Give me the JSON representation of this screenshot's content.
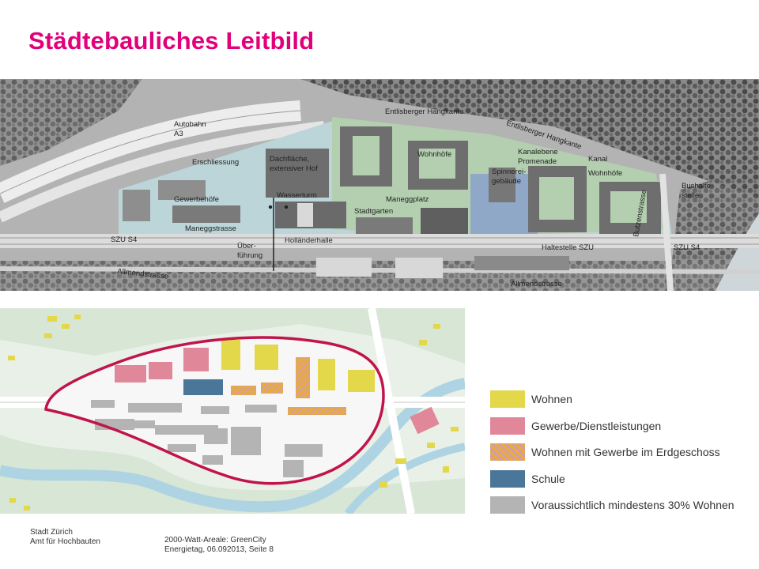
{
  "title": "Städtebauliches Leitbild",
  "top_map": {
    "labels": {
      "autobahn": "Autobahn",
      "a3": "A3",
      "entlisberger_hangkante_1": "Entlisberger Hangkante",
      "entlisberger_hangkante_2": "Entlisberger Hangkante",
      "erschliessung": "Erschliessung",
      "dachflaeche": "Dachfläche,",
      "extensiver_hof": "extensiver Hof",
      "wohnhoefe_1": "Wohnhöfe",
      "kanalebene": "Kanalebene",
      "promenade": "Promenade",
      "kanal": "Kanal",
      "spinnerei": "Spinnerei-",
      "gebaeude": "gebäude",
      "wohnhoefe_2": "Wohnhöfe",
      "bushalte": "Bushalte-",
      "stelle": "stelle",
      "gewerbehoefe": "Gewerbehöfe",
      "wasserturm": "Wasserturm",
      "maneggplatz": "Maneggplatz",
      "stadtgarten": "Stadtgarten",
      "maneggstrasse": "Maneggstrasse",
      "szu_s4_left": "SZU S4",
      "hollaenderhalle": "Holländerhalle",
      "ueber": "Über-",
      "fuehrung": "führung",
      "haltestelle_szu": "Haltestelle SZU",
      "butzenstrasse": "Butzenstrasse",
      "szu_s4_right": "SZU S4",
      "allmendstrasse_left": "Allmendstrasse",
      "allmendstrasse_right": "Allmendstrasse"
    }
  },
  "legend": {
    "items": [
      {
        "label": "Wohnen",
        "color": "#e2d84a",
        "pattern": "solid"
      },
      {
        "label": "Gewerbe/Dienstleistungen",
        "color": "#e0879a",
        "pattern": "solid"
      },
      {
        "label": "Wohnen mit Gewerbe im Erdgeschoss",
        "color": "#e8a94a",
        "pattern": "hatched"
      },
      {
        "label": "Schule",
        "color": "#4a7699",
        "pattern": "solid"
      },
      {
        "label": "Voraussichtlich mindestens 30% Wohnen",
        "color": "#b4b4b4",
        "pattern": "solid"
      }
    ]
  },
  "colors": {
    "title": "#e2007a",
    "perimeter": "#c0144b"
  },
  "footer": {
    "org_line1": "Stadt Zürich",
    "org_line2": "Amt für Hochbauten",
    "event_line1": "2000-Watt-Areale: GreenCity",
    "event_line2": "Energietag, 06.092013, Seite 8"
  }
}
